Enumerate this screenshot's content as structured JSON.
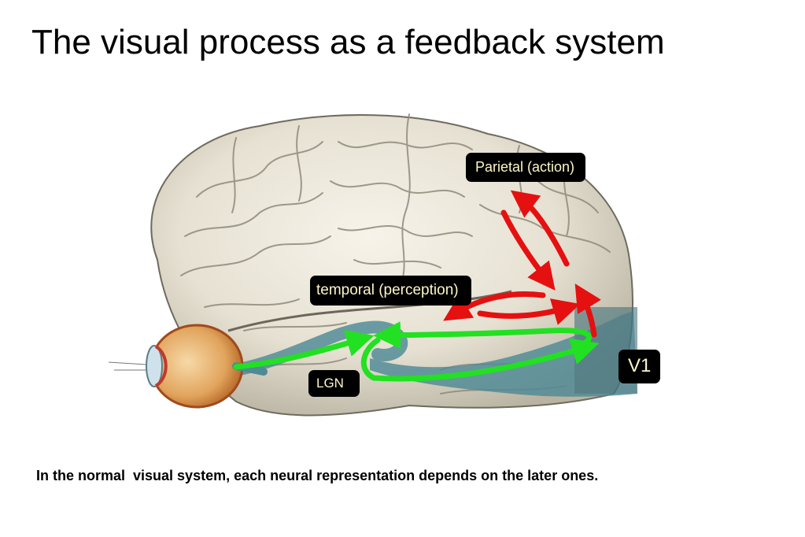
{
  "title": "The visual process as a feedback system",
  "labels": {
    "parietal": "Parietal (action)",
    "temporal": "temporal (perception)",
    "lgn": "LGN",
    "v1": "V1"
  },
  "caption": "In the normal  visual system, each neural representation depends on the later ones.",
  "colors": {
    "feedforward": "#22e022",
    "feedback": "#e51010",
    "label_bg": "#000000",
    "visual_pathway": "#4f8a96"
  }
}
